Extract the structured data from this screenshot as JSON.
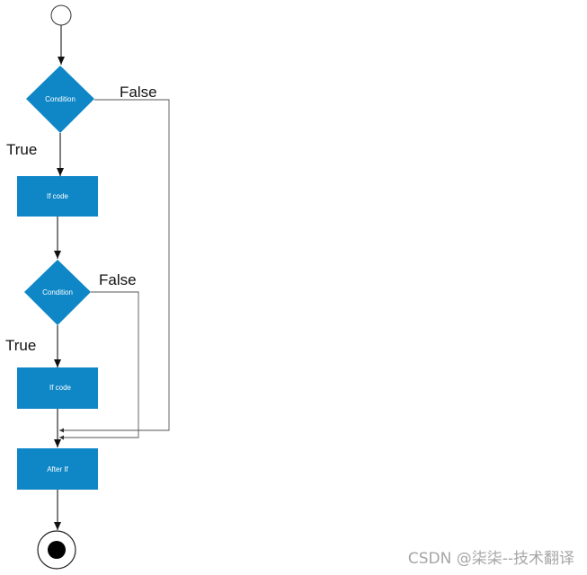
{
  "diagram": {
    "condition_1": "Condition",
    "condition_2": "Condition",
    "if_code_1": "If code",
    "if_code_2": "If code",
    "after_if": "After If",
    "true_label_1": "True",
    "false_label_1": "False",
    "true_label_2": "True",
    "false_label_2": "False"
  },
  "watermark": "CSDN @柒柒--技术翻译",
  "colors": {
    "node_fill": "#0f87c7",
    "node_text": "#ffffff",
    "line": "#2a2a2a"
  }
}
